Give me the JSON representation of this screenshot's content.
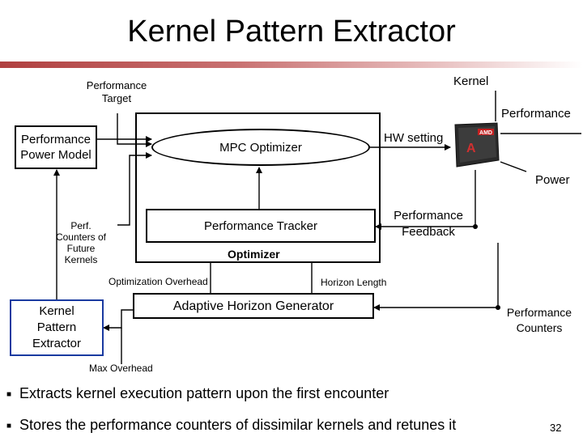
{
  "title": "Kernel Pattern Extractor",
  "labels": {
    "performance_target": "Performance\nTarget",
    "kernel": "Kernel",
    "performance_out": "Performance",
    "power_out": "Power",
    "hw_setting": "HW setting",
    "perf_counters_future": "Perf.\nCounters of\nFuture\nKernels",
    "performance_feedback": "Performance\nFeedback",
    "optimizer": "Optimizer",
    "optimization_overhead": "Optimization Overhead",
    "horizon_length": "Horizon Length",
    "performance_counters": "Performance\nCounters",
    "max_overhead": "Max Overhead"
  },
  "blocks": {
    "performance_power_model": "Performance\nPower Model",
    "mpc_optimizer": "MPC Optimizer",
    "performance_tracker": "Performance Tracker",
    "adaptive_horizon_generator": "Adaptive Horizon Generator",
    "kernel_pattern_extractor": "Kernel\nPattern\nExtractor"
  },
  "chip": {
    "brand": "AMD",
    "mark": "A",
    "icon": "amd-apu-chip-icon"
  },
  "bullets": [
    "Extracts kernel execution pattern upon the first encounter",
    "Stores the performance counters of dissimilar kernels and retunes it"
  ],
  "page_number": "32",
  "colors": {
    "title_rule": "#b04040",
    "kpe_border": "#1a3aa0"
  }
}
